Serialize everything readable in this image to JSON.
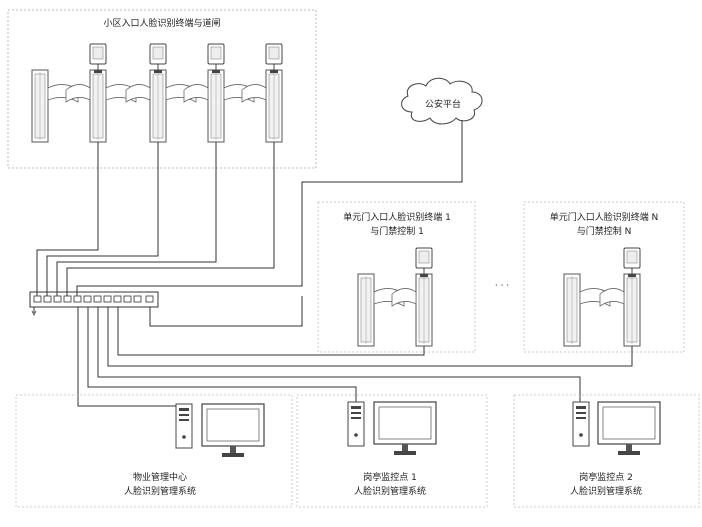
{
  "entrance_group": {
    "title": "小区入口人脸识别终端与道闸"
  },
  "police": {
    "label": "公安平台"
  },
  "unit_door_1": {
    "line1": "单元门入口人脸识别终端 1",
    "line2": "与门禁控制 1"
  },
  "unit_door_n": {
    "line1": "单元门入口人脸识别终端 N",
    "line2": "与门禁控制 N"
  },
  "ellipsis": "· · ·",
  "property_center": {
    "line1": "物业管理中心",
    "line2": "人脸识别管理系统"
  },
  "guard_post_1": {
    "line1": "岗亭监控点 1",
    "line2": "人脸识别管理系统"
  },
  "guard_post_2": {
    "line1": "岗亭监控点 2",
    "line2": "人脸识别管理系统"
  },
  "colors": {
    "line": "#333333",
    "border_dashed": "#bbbbbb",
    "device": "#555555"
  },
  "icons": [
    "turnstile-icon",
    "face-terminal-icon",
    "network-switch-icon",
    "cloud-icon",
    "computer-tower-icon",
    "monitor-icon"
  ]
}
